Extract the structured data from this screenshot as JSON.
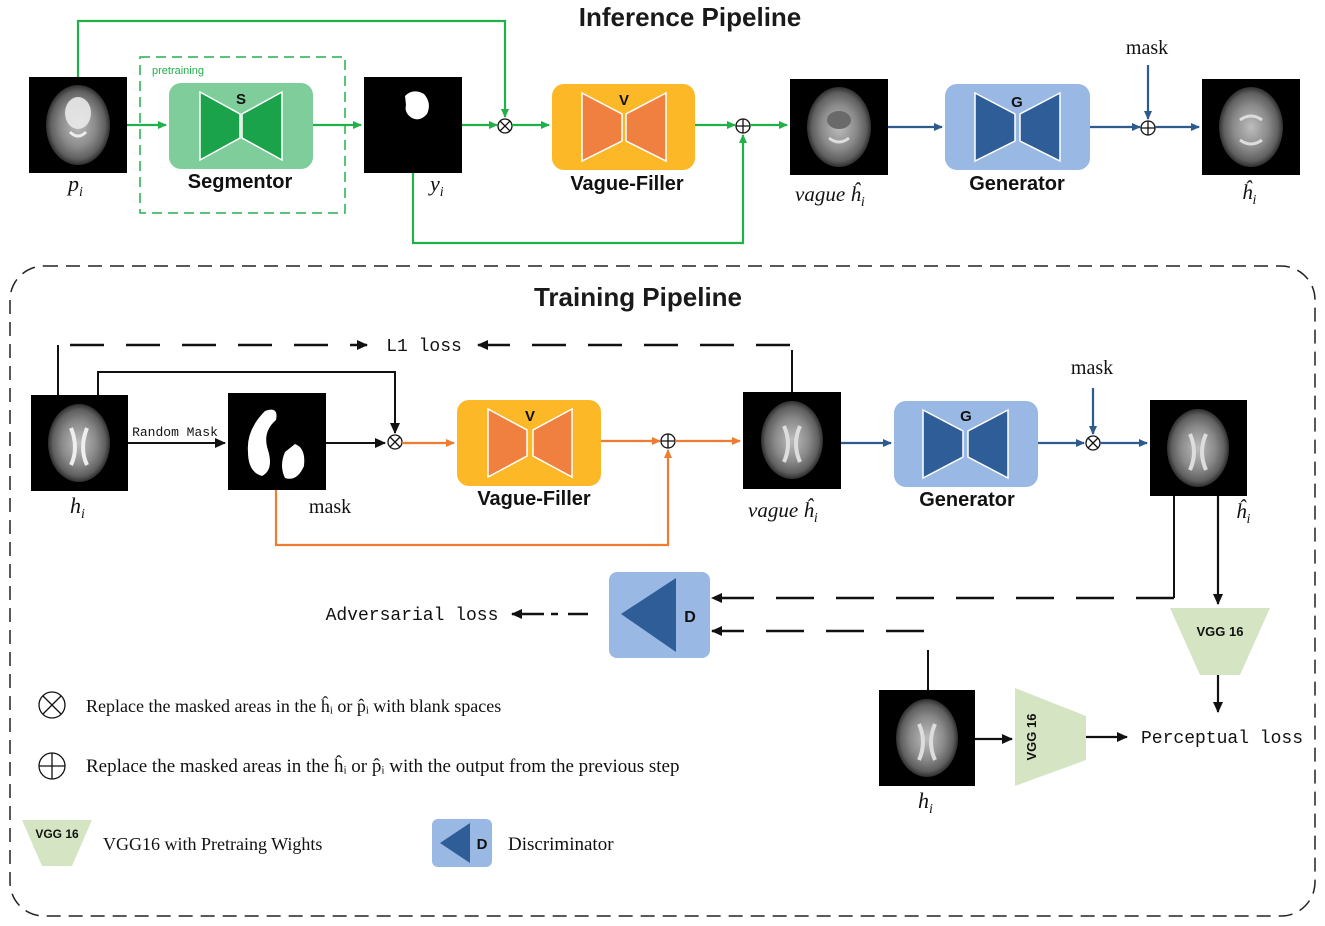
{
  "inference": {
    "title": "Inference Pipeline",
    "pretraining_label": "pretraining",
    "segmentor": {
      "letter": "S",
      "name": "Segmentor"
    },
    "vague_filler": {
      "letter": "V",
      "name": "Vague-Filler"
    },
    "generator": {
      "letter": "G",
      "name": "Generator"
    },
    "mask_label": "mask",
    "labels": {
      "p": "p",
      "p_sub": "i",
      "y": "y",
      "y_sub": "i",
      "vague": "vague ĥ",
      "vague_sub": "i",
      "h_hat": "ĥ",
      "h_hat_sub": "i"
    }
  },
  "training": {
    "title": "Training Pipeline",
    "l1_loss": "L1 loss",
    "random_mask": "Random Mask",
    "mask_label": "mask",
    "vague_filler": {
      "letter": "V",
      "name": "Vague-Filler"
    },
    "generator": {
      "letter": "G",
      "name": "Generator"
    },
    "mask_top": "mask",
    "discriminator_letter": "D",
    "vgg_label": "VGG 16",
    "adversarial_loss": "Adversarial loss",
    "perceptual_loss": "Perceptual loss",
    "labels": {
      "h": "h",
      "h_sub": "i",
      "vague": "vague ĥ",
      "vague_sub": "i",
      "h_hat": "ĥ",
      "h_hat_sub": "i"
    }
  },
  "legend": {
    "otimes_text": "Replace the masked areas in the ĥᵢ or p̂ᵢ with blank spaces",
    "oplus_text": "Replace the masked areas in the ĥᵢ or p̂ᵢ with the output from the previous step",
    "vgg_label": "VGG 16",
    "vgg_text": "VGG16 with Pretraing Wights",
    "disc_letter": "D",
    "disc_text": "Discriminator"
  },
  "colors": {
    "green_arrow": "#22b04b",
    "orange_arrow": "#ee7d32",
    "blue_arrow": "#2e5a8e",
    "segmentor_bg": "#7fcd9b",
    "segmentor_shape": "#1aa34a",
    "filler_bg": "#fdb827",
    "filler_shape": "#f08040",
    "generator_bg": "#9ab8e4",
    "generator_shape": "#2f5d98",
    "vgg_fill": "#d5e5c3"
  }
}
